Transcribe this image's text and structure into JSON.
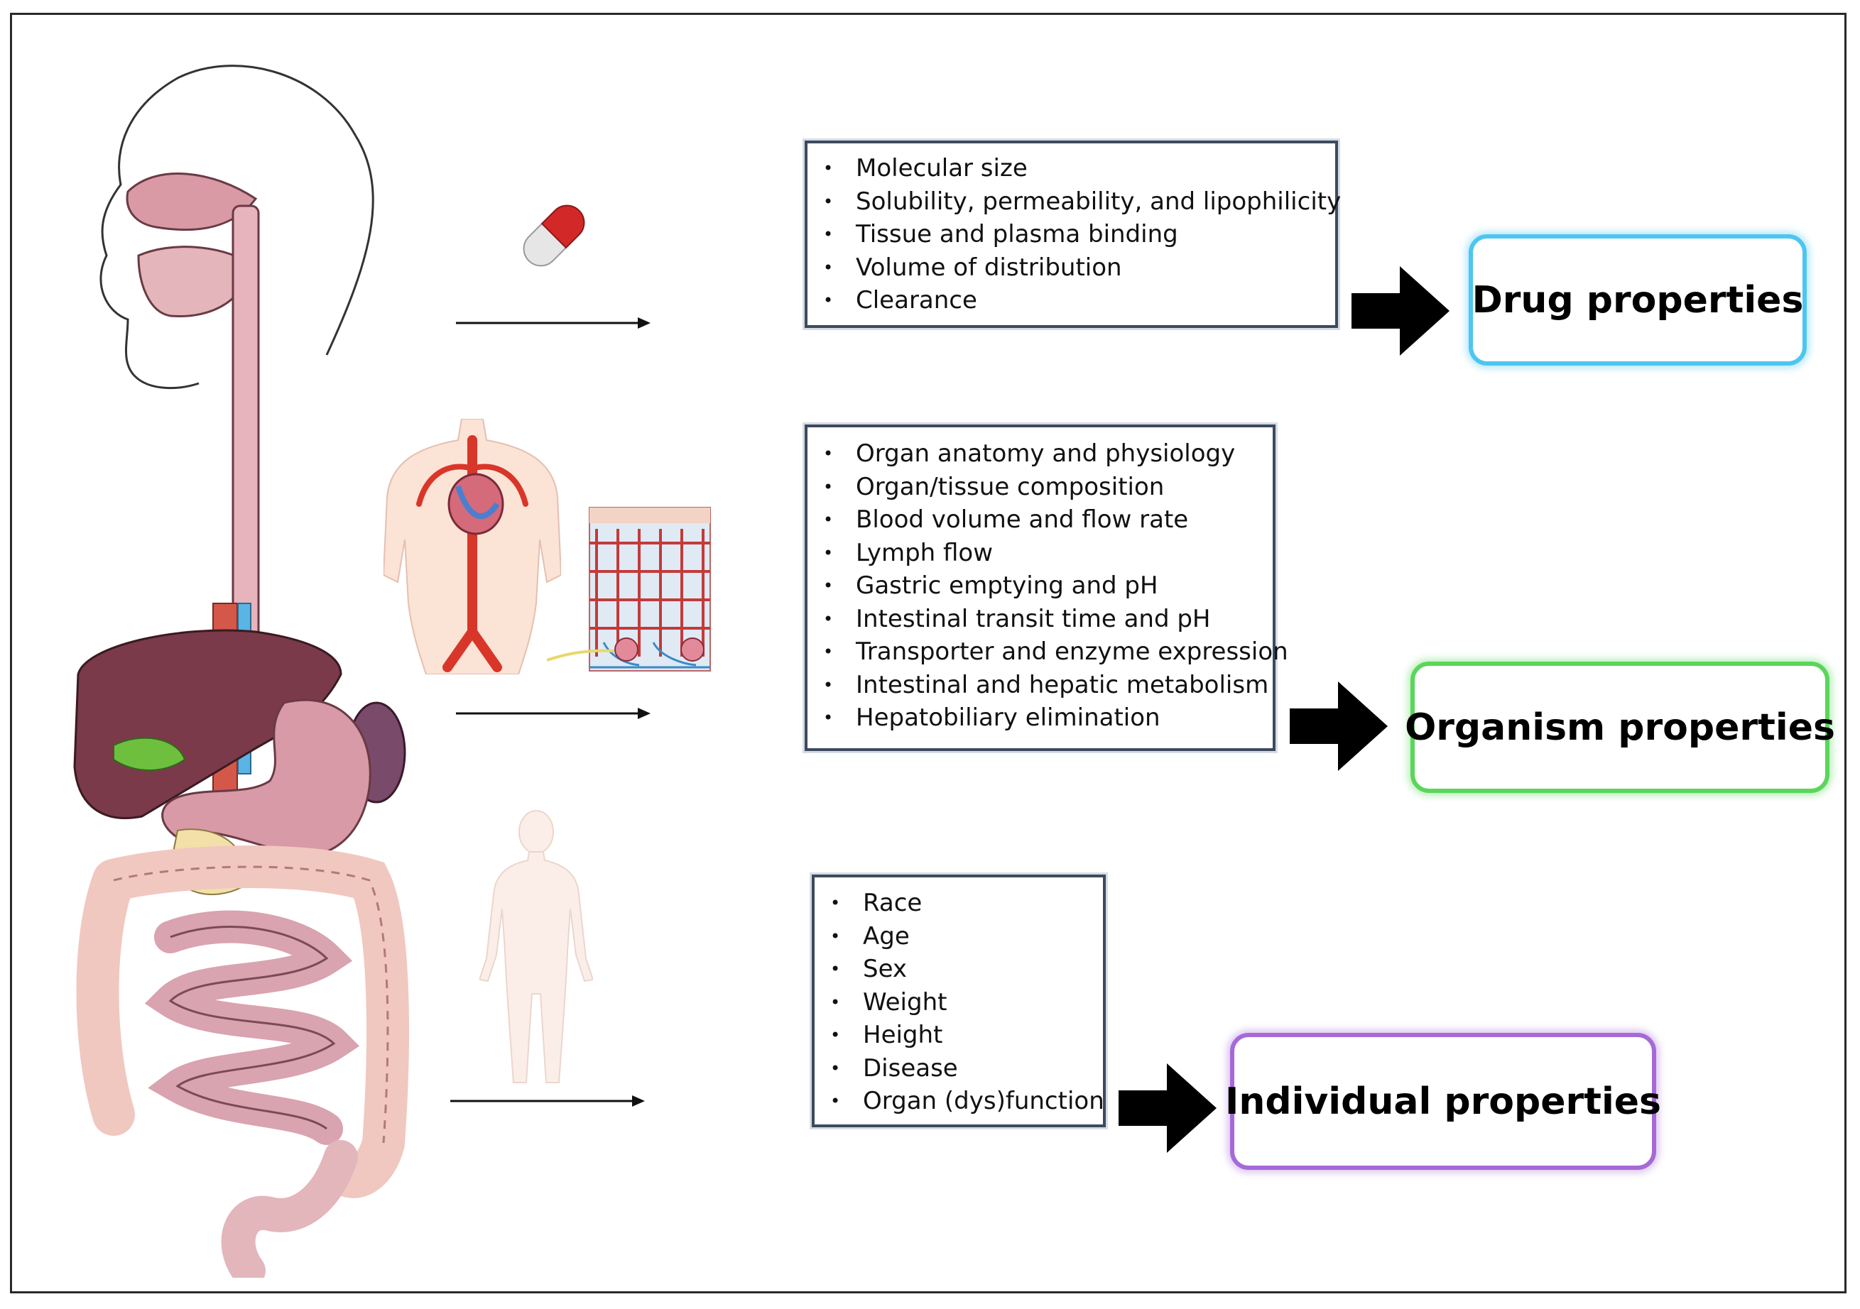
{
  "panels": [
    {
      "id": "drug",
      "factors": [
        "Molecular size",
        "Solubility, permeability, and lipophilicity",
        "Tissue and plasma binding",
        "Volume of distribution",
        "Clearance"
      ],
      "category": "Drug properties",
      "color": "#4cc6f0"
    },
    {
      "id": "organism",
      "factors": [
        "Organ anatomy and physiology",
        "Organ/tissue composition",
        "Blood volume and flow rate",
        "Lymph flow",
        "Gastric emptying and pH",
        "Intestinal transit time and pH",
        "Transporter and enzyme expression",
        "Intestinal and hepatic metabolism",
        "Hepatobiliary elimination"
      ],
      "category": "Organism properties",
      "color": "#5ad65a"
    },
    {
      "id": "individual",
      "factors": [
        "Race",
        "Age",
        "Sex",
        "Weight",
        "Height",
        "Disease",
        "Organ (dys)function"
      ],
      "category": "Individual properties",
      "color": "#a56ad8"
    }
  ],
  "illustrations": [
    "digestive-system",
    "capsule",
    "cardiovascular-system",
    "tissue-cross-section",
    "human-body"
  ]
}
